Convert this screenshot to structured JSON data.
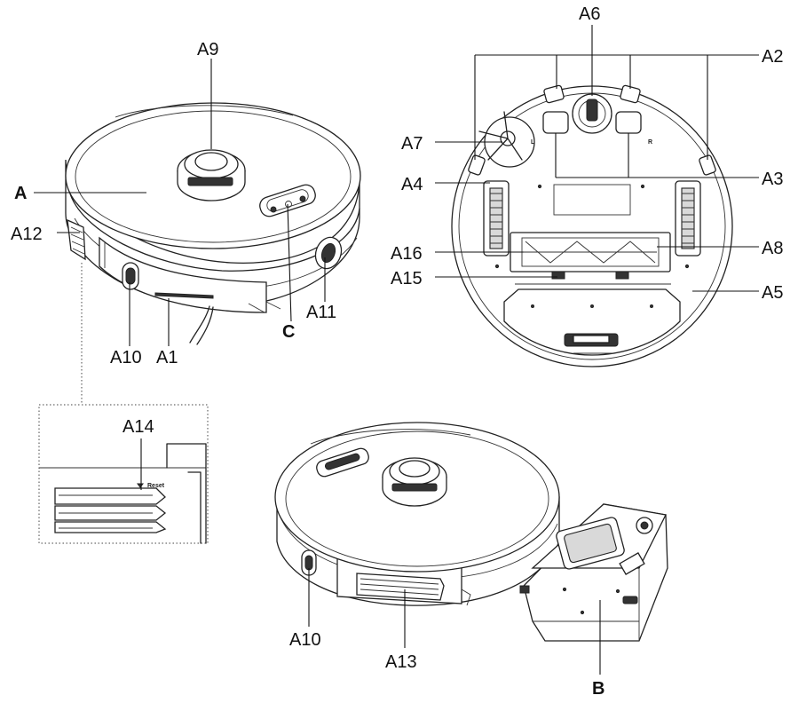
{
  "labels": {
    "A": "A",
    "A1": "A1",
    "A2": "A2",
    "A3": "A3",
    "A4": "A4",
    "A5": "A5",
    "A6": "A6",
    "A7": "A7",
    "A8": "A8",
    "A9": "A9",
    "A10": "A10",
    "A11": "A11",
    "A12": "A12",
    "A13": "A13",
    "A14": "A14",
    "A15": "A15",
    "A16": "A16",
    "B": "B",
    "C": "C"
  },
  "detail": {
    "reset": "Reset"
  },
  "wheel_marks": {
    "left": "L",
    "right": "R"
  }
}
